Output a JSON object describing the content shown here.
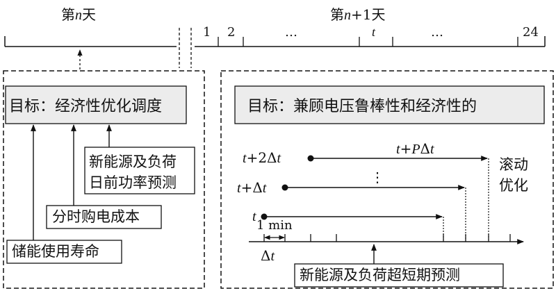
{
  "timeline": {
    "day_n_prefix": "第",
    "day_n_var": "n",
    "day_n_suffix": "天",
    "day_n1_prefix": "第",
    "day_n1_var": "n",
    "day_n1_mid": "+1",
    "day_n1_suffix": "天",
    "tick_1": "1",
    "tick_2": "2",
    "ellipsis_a": "…",
    "tick_t": "t",
    "ellipsis_b": "…",
    "tick_24": "24"
  },
  "left_panel": {
    "goal": "目标：经济性优化调度",
    "forecast_line1": "新能源及负荷",
    "forecast_line2": "日前功率预测",
    "tou_cost": "分时购电成本",
    "storage_life": "储能使用寿命"
  },
  "right_panel": {
    "goal": "目标：兼顾电压鲁棒性和经济性的",
    "row3_t": "t",
    "row3_suffix": "+2Δ",
    "row3_t2": "t",
    "row2_t": "t",
    "row2_suffix": "+Δ",
    "row2_t2": "t",
    "row1_t": "t",
    "horizon_t": "t",
    "horizon_mid": "+",
    "horizon_P": "P",
    "horizon_delta": "Δ",
    "horizon_t2": "t",
    "vdots": "⋮",
    "rolling_line1": "滚动",
    "rolling_line2": "优化",
    "one_min": "1 min",
    "delta_t_sym": "Δ",
    "delta_t_var": "t",
    "ultra_short": "新能源及负荷超短期预测"
  }
}
